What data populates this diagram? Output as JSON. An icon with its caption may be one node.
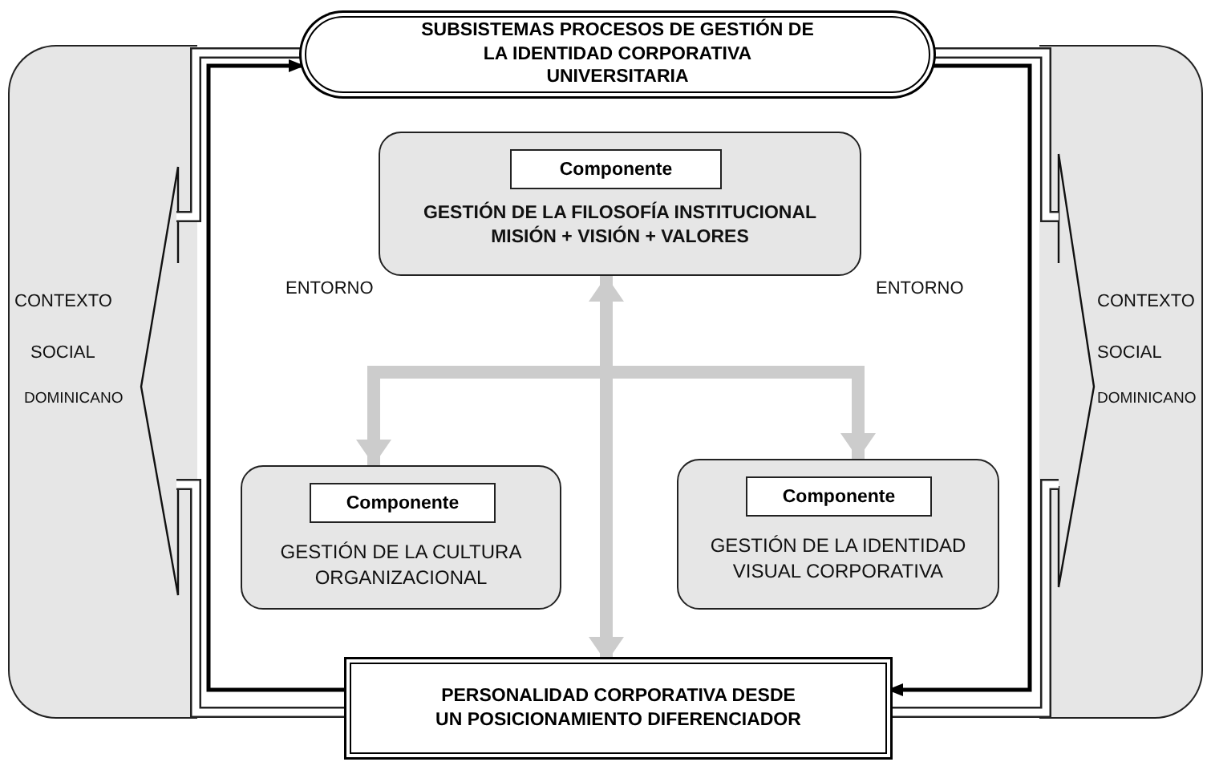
{
  "diagram": {
    "nodes": [
      {
        "text": [
          "SUBSISTEMAS PROCESOS DE GESTIÓN DE LA IDENTIDAD CORPORATIVA UNIVERSITARIA"
        ]
      },
      {
        "text": [
          "CONTEXTO",
          "SOCIAL",
          "DOMINICANO"
        ]
      },
      {
        "text": [
          "CONTEXTO",
          "SOCIAL",
          "DOMINICANO"
        ]
      },
      {
        "text": [
          "GESTIÓN DE LA FILOSOFÍA INSTITUCIONAL",
          "MISIÓN + VISIÓN + VALORES"
        ]
      },
      {
        "text": [
          "Componente"
        ],
        "in": 3
      },
      {
        "text": [
          "GESTIÓN DE LA CULTURA ORGANIZACIONAL"
        ]
      },
      {
        "text": [
          "Componente"
        ],
        "in": 5
      },
      {
        "text": [
          "GESTIÓN DE LA IDENTIDAD VISUAL CORPORATIVA"
        ]
      },
      {
        "text": [
          "Componente"
        ],
        "in": 7
      },
      {
        "text": [
          "PERSONALIDAD CORPORATIVA DESDE UN POSICIONAMIENTO DIFERENCIADOR"
        ]
      }
    ],
    "edges": [
      {
        "from": 9,
        "to": 0,
        "arrow": "to",
        "color": "#000000"
      },
      {
        "from": 0,
        "to": 9,
        "arrow": "to",
        "color": "#000000"
      },
      {
        "from": 3,
        "to": 5,
        "arrow": "to"
      },
      {
        "from": 3,
        "to": 7,
        "arrow": "to"
      },
      {
        "from": 3,
        "to": 9,
        "arrow": "both"
      }
    ],
    "labels": [
      "ENTORNO",
      "ENTORNO"
    ]
  }
}
